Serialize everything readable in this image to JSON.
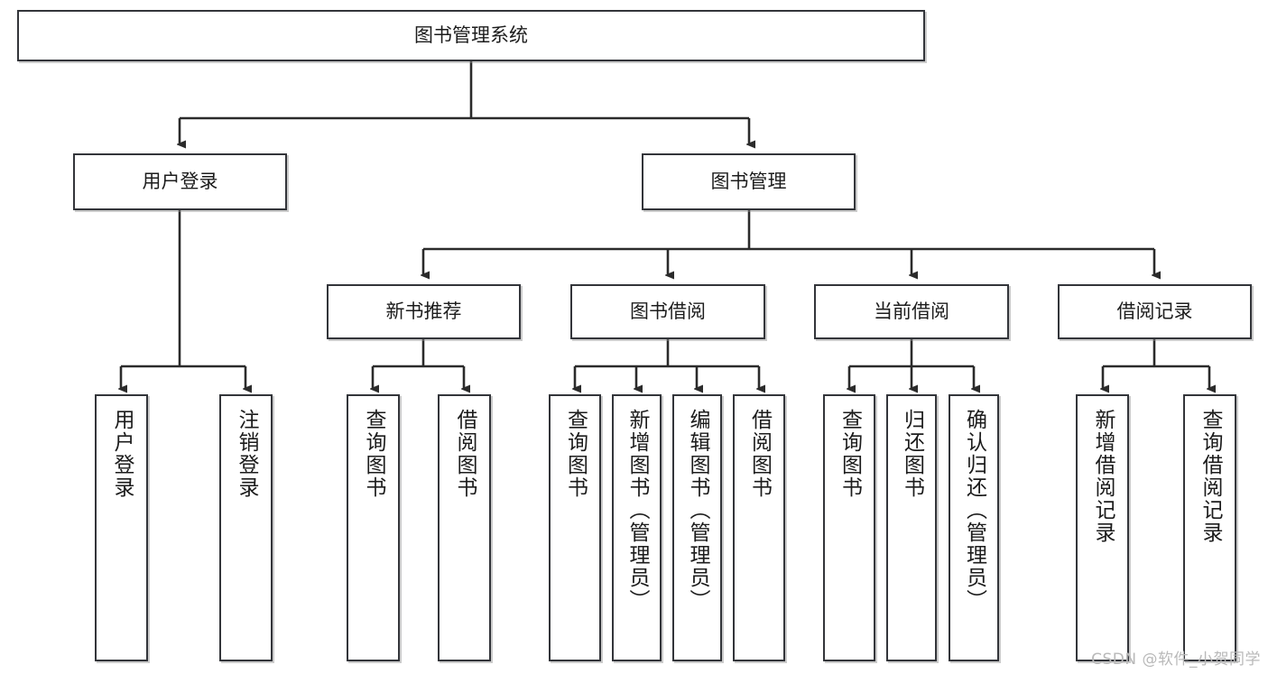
{
  "diagram": {
    "title": "图书管理系统",
    "type": "functional-hierarchy-tree",
    "watermark": "CSDN @软件_小贺同学",
    "colors": {
      "border": "#33353a",
      "text": "#1c1c1c",
      "background": "#ffffff",
      "connector": "#2b2b2b",
      "watermark": "#b9b9b9"
    },
    "root": {
      "label": "图书管理系统"
    },
    "level1": [
      {
        "label": "用户登录"
      },
      {
        "label": "图书管理"
      }
    ],
    "level2": [
      {
        "label": "新书推荐"
      },
      {
        "label": "图书借阅"
      },
      {
        "label": "当前借阅"
      },
      {
        "label": "借阅记录"
      }
    ],
    "leaves": {
      "user_login": [
        {
          "label": "用户登录"
        },
        {
          "label": "注销登录"
        }
      ],
      "new_book_recommend": [
        {
          "label": "查询图书"
        },
        {
          "label": "借阅图书"
        }
      ],
      "book_borrow": [
        {
          "label": "查询图书"
        },
        {
          "label": "新增图书（管理员）"
        },
        {
          "label": "编辑图书（管理员）"
        },
        {
          "label": "借阅图书"
        }
      ],
      "current_borrow": [
        {
          "label": "查询图书"
        },
        {
          "label": "归还图书"
        },
        {
          "label": "确认归还（管理员）"
        }
      ],
      "borrow_records": [
        {
          "label": "新增借阅记录"
        },
        {
          "label": "查询借阅记录"
        }
      ]
    }
  }
}
